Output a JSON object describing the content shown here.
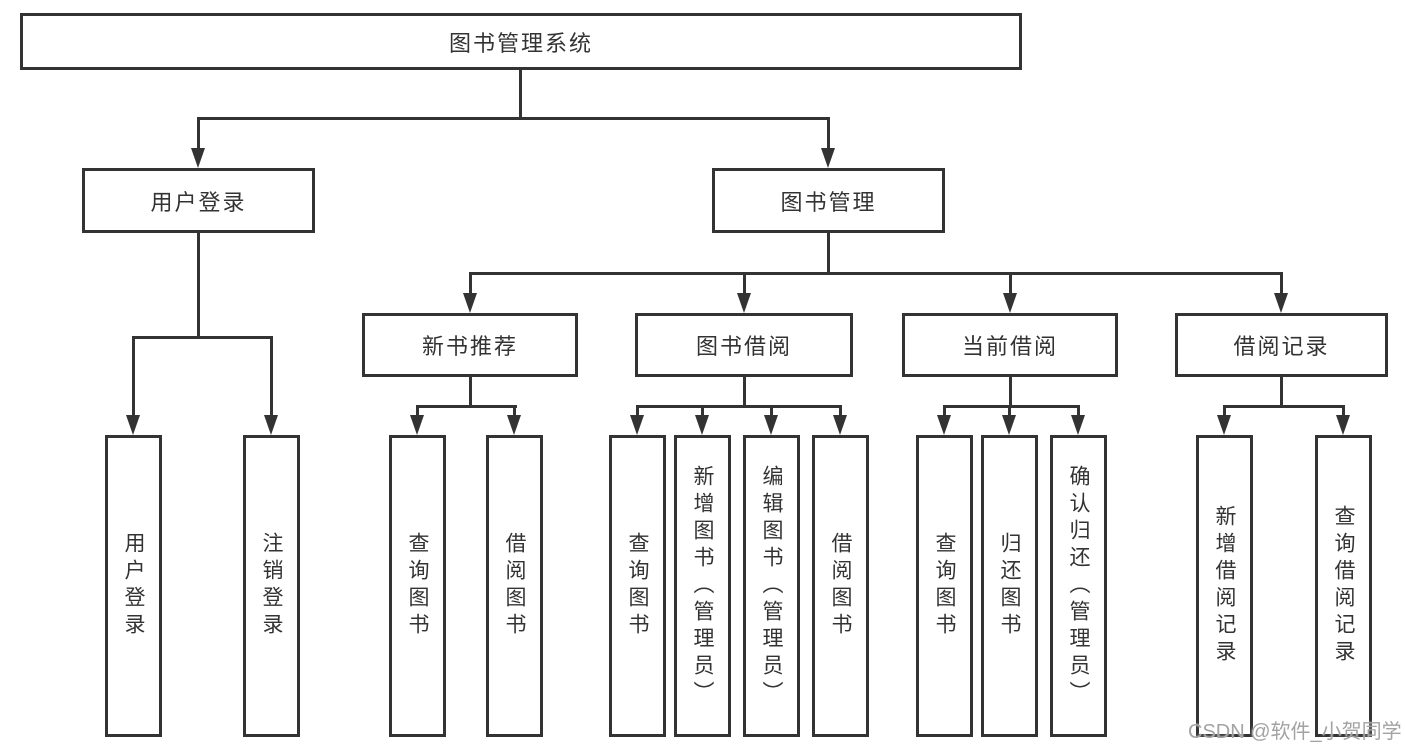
{
  "diagram": {
    "root": "图书管理系统",
    "level2": {
      "user_login": "用户登录",
      "book_mgmt": "图书管理"
    },
    "user_login_children": [
      "用户登录",
      "注销登录"
    ],
    "level3": [
      "新书推荐",
      "图书借阅",
      "当前借阅",
      "借阅记录"
    ],
    "new_book_children": [
      "查询图书",
      "借阅图书"
    ],
    "borrow_children": [
      "查询图书",
      "新增图书（管理员）",
      "编辑图书（管理员）",
      "借阅图书"
    ],
    "current_children": [
      "查询图书",
      "归还图书",
      "确认归还（管理员）"
    ],
    "record_children": [
      "新增借阅记录",
      "查询借阅记录"
    ],
    "watermark": "CSDN @软件_小贺同学"
  },
  "colors": {
    "line": "#333333",
    "text": "#333333",
    "watermark": "#a3a3a3",
    "background": "#ffffff"
  }
}
